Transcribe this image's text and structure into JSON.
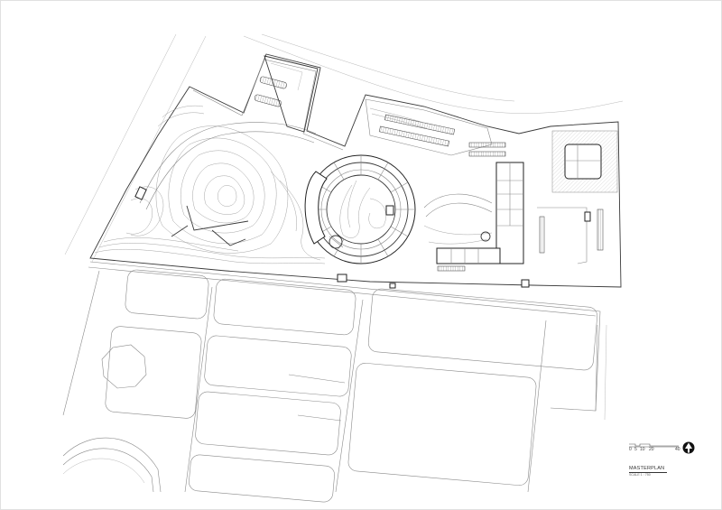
{
  "drawing": {
    "title": "MASTERPLAN",
    "scale_text": "SCALE  1 : 750",
    "scale_bar": {
      "ticks": [
        "0",
        "5",
        "10",
        "20",
        "40"
      ],
      "unit": "m"
    },
    "north_arrow": "north-arrow-icon",
    "colors": {
      "background": "#ffffff",
      "linework": "#8a8a8a",
      "building_outline": "#222222",
      "contours": "#9a9a9a"
    }
  },
  "zones": [
    {
      "id": "circular-building",
      "label": "Circular main building with central courtyard garden"
    },
    {
      "id": "east-wing",
      "label": "L-shaped east wing building"
    },
    {
      "id": "northeast-annex",
      "label": "Hatched northeast annex plot"
    },
    {
      "id": "north-parking",
      "label": "North parking lots"
    },
    {
      "id": "northwest-parking",
      "label": "Northwest parking court"
    },
    {
      "id": "contoured-hill",
      "label": "Landscaped hill with contours and paths"
    },
    {
      "id": "southern-blocks",
      "label": "Southern road grid blocks"
    }
  ]
}
